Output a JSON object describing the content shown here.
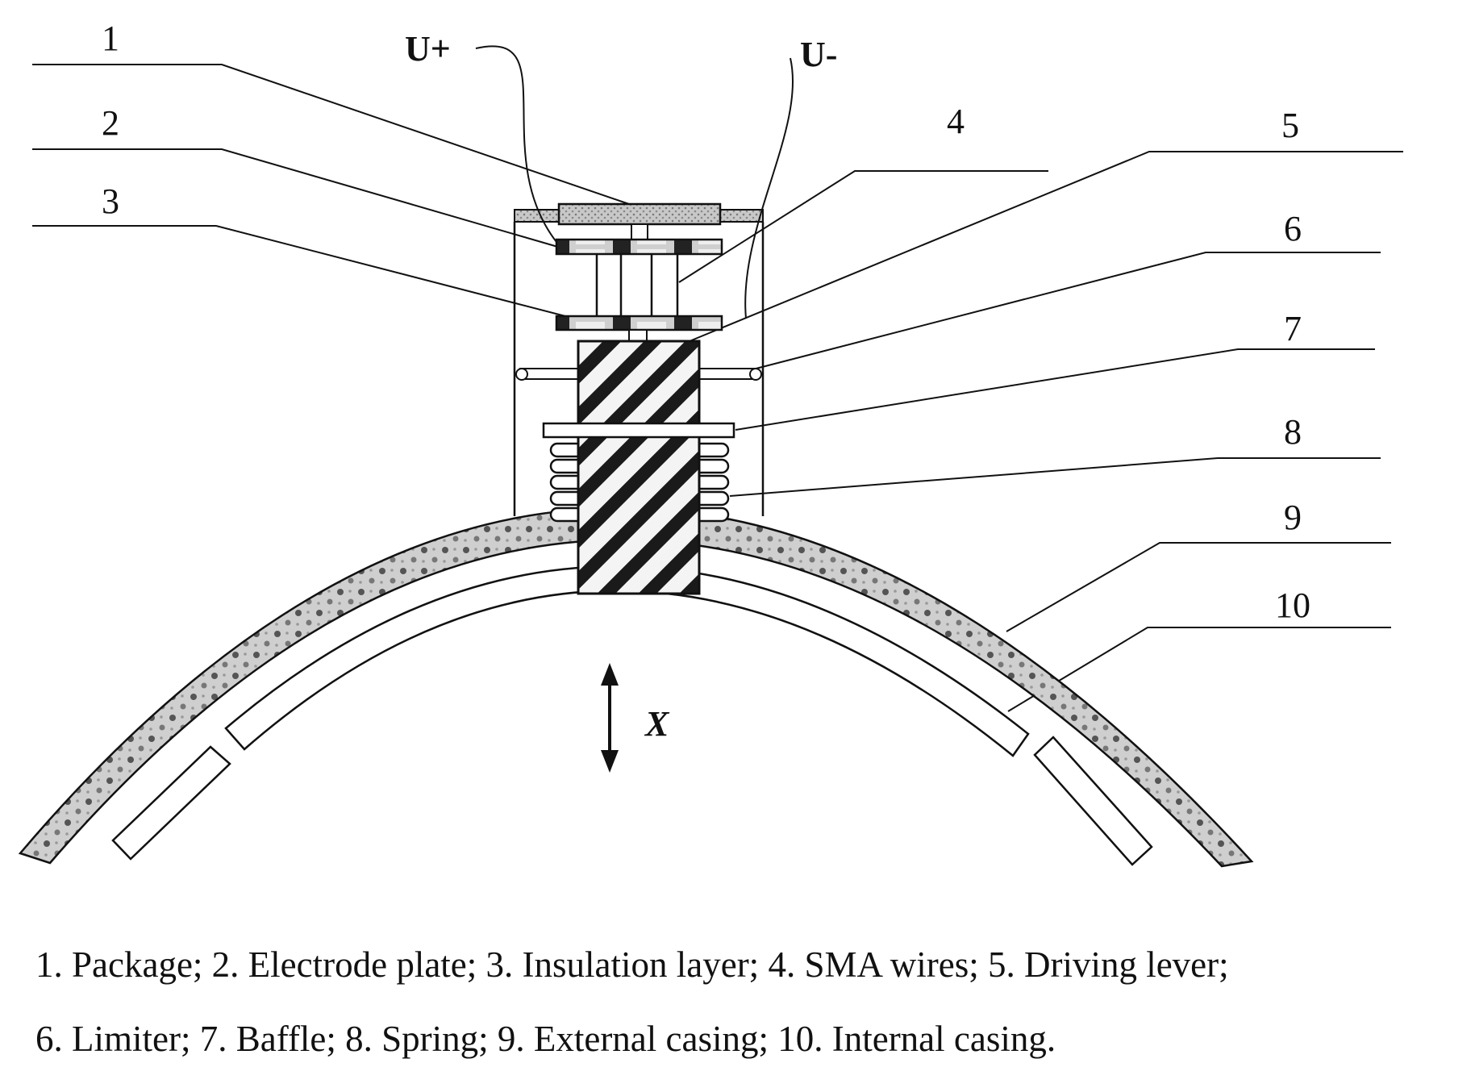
{
  "diagram": {
    "callouts": [
      "1",
      "2",
      "3",
      "4",
      "5",
      "6",
      "7",
      "8",
      "9",
      "10"
    ],
    "voltage_positive": "U+",
    "voltage_negative": "U-",
    "axis_label": "X"
  },
  "caption": {
    "line1": "1. Package; 2. Electrode plate; 3. Insulation layer; 4. SMA wires; 5. Driving lever;",
    "line2": "6. Limiter; 7. Baffle; 8. Spring; 9. External casing; 10. Internal casing."
  }
}
